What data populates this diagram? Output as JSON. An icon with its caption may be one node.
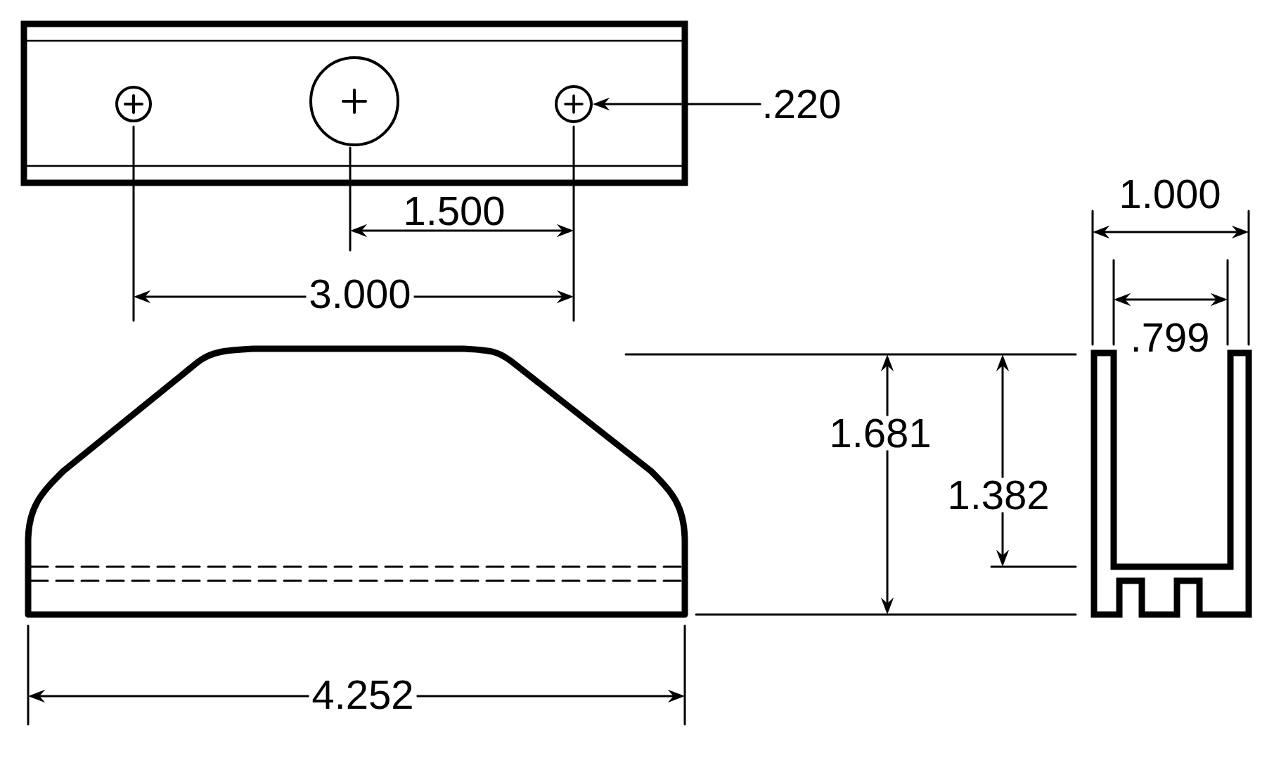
{
  "diagram": {
    "nodes": [
      {
        "text": [
          ".220"
        ]
      },
      {
        "text": [],
        "shape": "circle"
      }
    ],
    "edges": [
      {
        "from": 0,
        "to": 1,
        "arrow": "to"
      }
    ],
    "labels": [
      "1.500",
      "3.000",
      "4.252",
      "1.681",
      "1.382",
      "1.000",
      ".799"
    ]
  }
}
